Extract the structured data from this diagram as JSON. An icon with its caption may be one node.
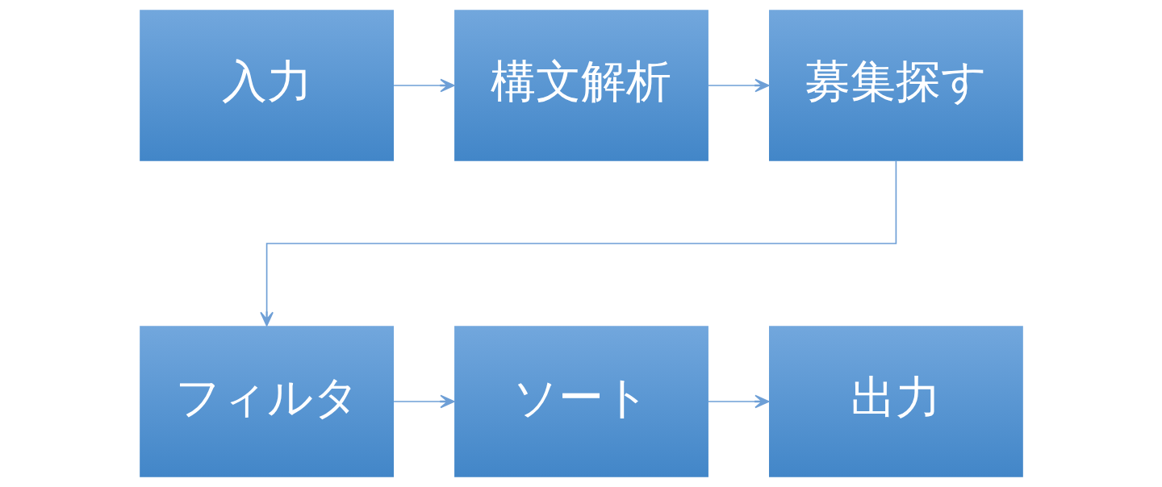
{
  "diagram": {
    "nodes": [
      {
        "text": [
          "入力"
        ]
      },
      {
        "text": [
          "構文解析"
        ]
      },
      {
        "text": [
          "募集探す"
        ]
      },
      {
        "text": [
          "フィルタ"
        ]
      },
      {
        "text": [
          "ソート"
        ]
      },
      {
        "text": [
          "出力"
        ]
      }
    ],
    "edges": [
      {
        "from": 0,
        "to": 1,
        "arrow": "to"
      },
      {
        "from": 1,
        "to": 2,
        "arrow": "to"
      },
      {
        "from": 2,
        "to": 3,
        "arrow": "to"
      },
      {
        "from": 3,
        "to": 4,
        "arrow": "to"
      },
      {
        "from": 4,
        "to": 5,
        "arrow": "to"
      }
    ]
  }
}
